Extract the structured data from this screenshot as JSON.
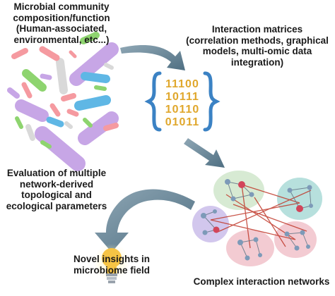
{
  "labels": {
    "community": [
      "Microbial community",
      "composition/function",
      "(Human-associated,",
      "environmental, etc...)"
    ],
    "matrices": [
      "Interaction matrices",
      "(correlation methods, graphical",
      "models, multi-omic data",
      "integration)"
    ],
    "evaluation": [
      "Evaluation of multiple",
      "network-derived",
      "topological and",
      "ecological parameters"
    ],
    "insights": [
      "Novel insights in",
      "microbiome field"
    ],
    "networks": "Complex interaction networks"
  },
  "matrix_rows": [
    "11100",
    "10111",
    "10110",
    "01011"
  ],
  "colors": {
    "arrow": "#5f7f92",
    "braces": "#3b82c4",
    "digits": "#e0a72c",
    "edge_red": "#c0392b",
    "cluster_teal": "#9fd6d2",
    "cluster_lavender": "#c7b9e8",
    "cluster_pink": "#efb9c3",
    "cluster_green": "#c9e3c4",
    "bulb": "#f6c445"
  },
  "icons": [
    "bacteria-cluster-icon",
    "binary-matrix-icon",
    "network-graph-icon",
    "light-bulb-icon",
    "curved-arrow-icon"
  ]
}
